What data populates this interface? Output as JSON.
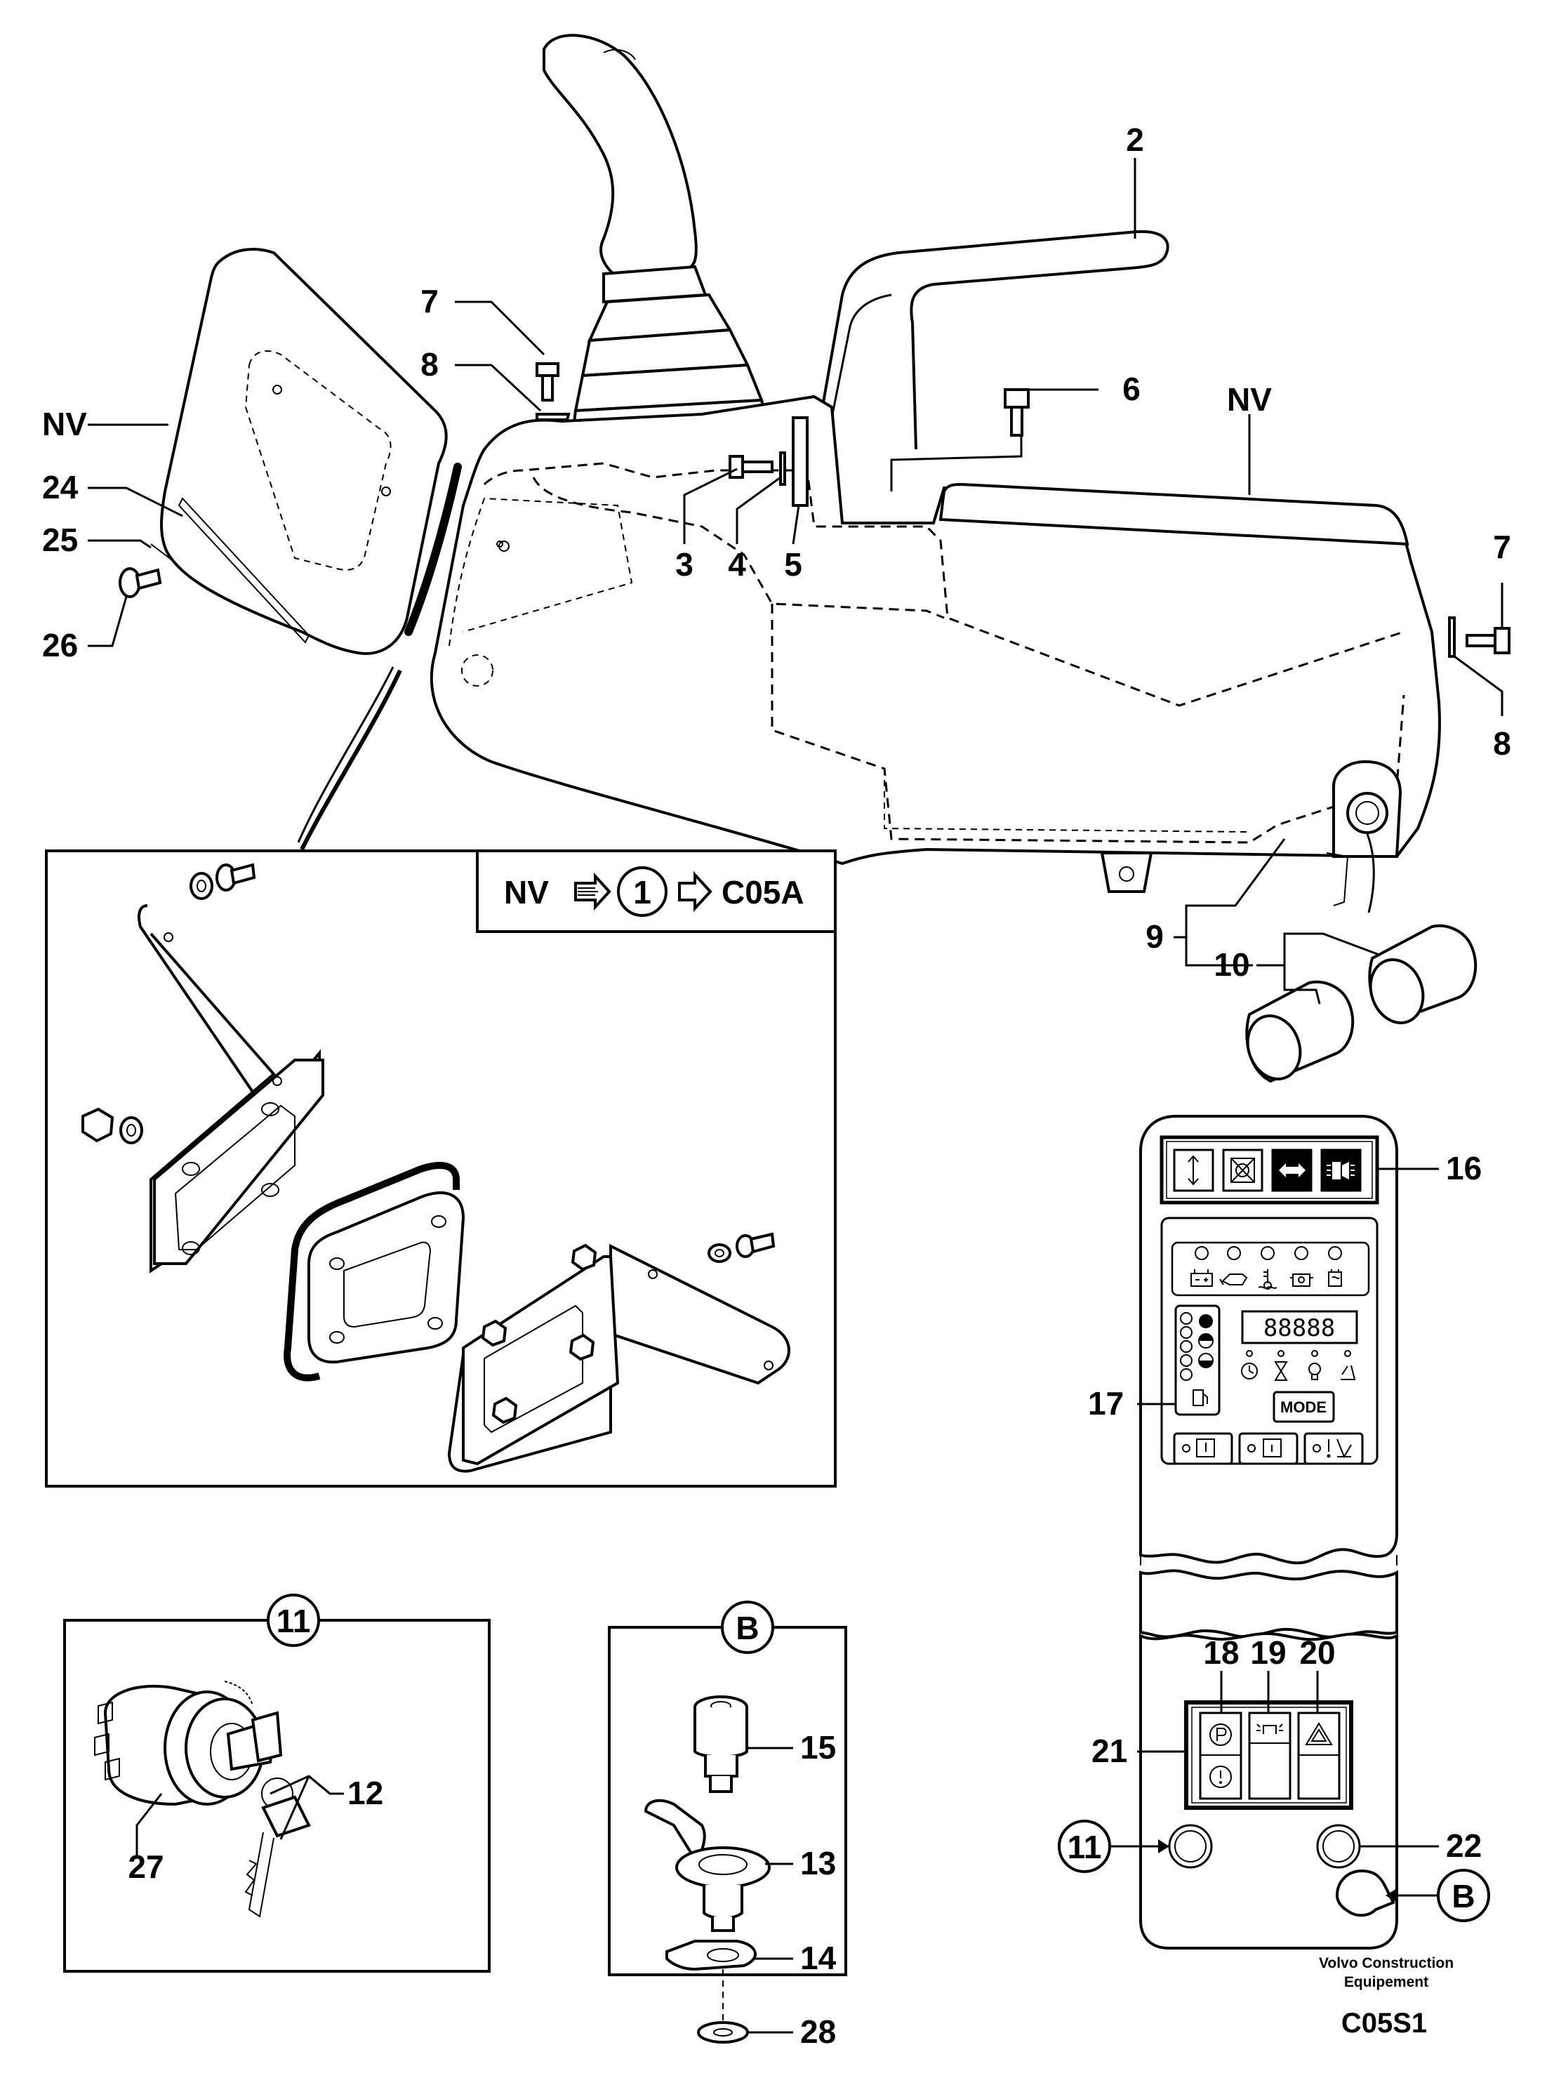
{
  "callouts": {
    "c2": "2",
    "c3": "3",
    "c4": "4",
    "c5": "5",
    "c6": "6",
    "c7a": "7",
    "c7b": "7",
    "c8a": "8",
    "c8b": "8",
    "c9": "9",
    "c10": "10",
    "c11_panel": "11",
    "c11_detail": "11",
    "c12": "12",
    "c13": "13",
    "c14": "14",
    "c15": "15",
    "c16": "16",
    "c17": "17",
    "c18": "18",
    "c19": "19",
    "c20": "20",
    "c21": "21",
    "c22": "22",
    "c24": "24",
    "c25": "25",
    "c26": "26",
    "c27": "27",
    "c28": "28",
    "nv_left": "NV",
    "nv_right": "NV",
    "b_panel": "B",
    "b_detail": "B"
  },
  "reference_box": {
    "nv": "NV",
    "circle_num": "1",
    "target": "C05A"
  },
  "panel": {
    "display": "88888",
    "mode_button": "MODE"
  },
  "footer": {
    "maker_line1": "Volvo Construction",
    "maker_line2": "Equipement",
    "code": "C05S1"
  },
  "icons": {
    "top_switches": [
      "arrows-updown-icon",
      "crossed-box-icon",
      "arrow-double-icon",
      "lights-icon"
    ],
    "warning_row": [
      "battery-icon",
      "oil-can-icon",
      "coolant-temp-icon",
      "engine-icon",
      "fuel-filter-icon"
    ],
    "bottom_switches": [
      "parking-p-icon",
      "alarm-icon",
      "hazard-triangle-icon"
    ]
  }
}
